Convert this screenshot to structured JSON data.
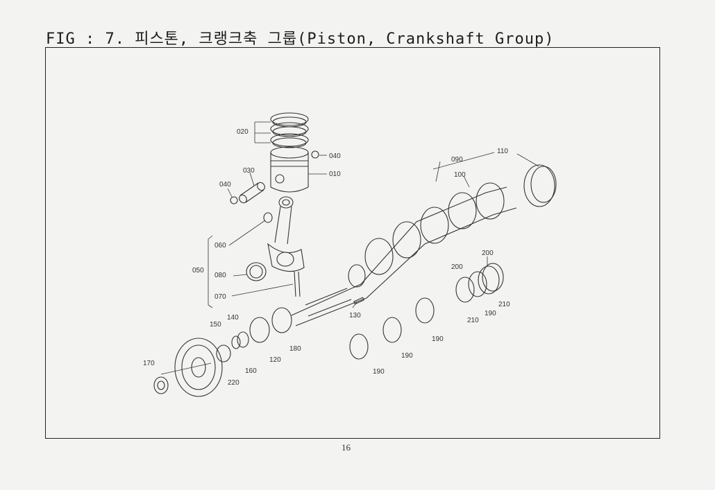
{
  "document": {
    "title": "FIG : 7. 피스톤, 크랭크축 그룹(Piston, Crankshaft Group)",
    "page_number": "16"
  },
  "callouts": {
    "c020": "020",
    "c040a": "040",
    "c010": "010",
    "c030": "030",
    "c040b": "040",
    "c090": "090",
    "c110": "110",
    "c100": "100",
    "c060": "060",
    "c050": "050",
    "c080": "080",
    "c070": "070",
    "c200a": "200",
    "c200b": "200",
    "c210a": "210",
    "c210b": "210",
    "c190a": "190",
    "c130": "130",
    "c190b": "190",
    "c190c": "190",
    "c190d": "190",
    "c150": "150",
    "c140": "140",
    "c180": "180",
    "c120": "120",
    "c160": "160",
    "c170": "170",
    "c220": "220"
  }
}
